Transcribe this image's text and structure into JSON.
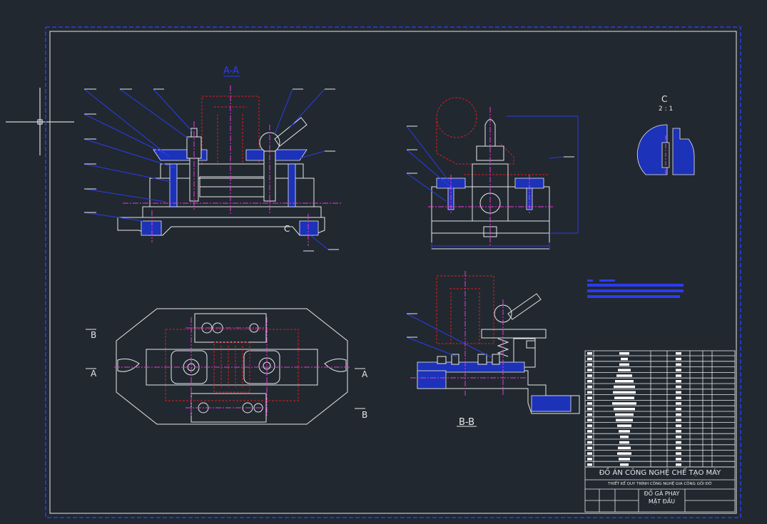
{
  "views": {
    "section_aa": "A-A",
    "section_bb": "B-B",
    "detail_c_title": "C",
    "detail_c_scale": "2 : 1",
    "detail_c_marker": "C"
  },
  "section_markers": {
    "a_left": "A",
    "a_right": "A",
    "b_top": "B",
    "b_bottom": "B"
  },
  "title_block": {
    "project": "ĐỒ ÁN CÔNG NGHỆ CHẾ TẠO MÁY",
    "subtitle": "THIẾT KẾ QUY TRÌNH CÔNG NGHỆ GIA CÔNG GỐI ĐỠ",
    "drawing_name_1": "ĐỒ GÁ PHAY",
    "drawing_name_2": "MẶT ĐẦU"
  },
  "colors": {
    "background": "#212830",
    "frame": "#2b3cf0",
    "outline": "#e8e8e8",
    "hidden": "#e01c1c",
    "center": "#e83ad6",
    "fill": "#1c32b8"
  }
}
